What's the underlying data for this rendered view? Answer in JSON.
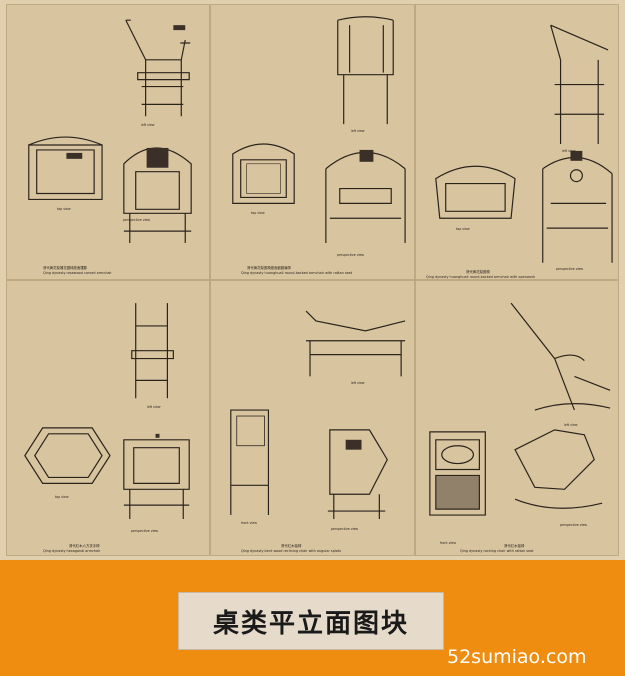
{
  "title": "桌类平立面图块",
  "watermark": "52sumiao.com",
  "panels": [
    {
      "caption_cn": "清代黄花梨雕花圈椅座面镶藤",
      "caption_en": "Qing dynasty rosewood carved armchair",
      "views": [
        "left view",
        "top view",
        "perspective view"
      ]
    },
    {
      "caption_cn": "清代黄花梨圈椅座面嵌藤编饰",
      "caption_en": "Qing dynasty huanghuali round-backed armchair with rattan seat",
      "views": [
        "left view",
        "top view",
        "perspective view"
      ]
    },
    {
      "caption_cn": "清代黄花梨圈椅",
      "caption_en": "Qing dynasty huanghuali round-backed armchair with openwork",
      "views": [
        "left view",
        "top view",
        "perspective view"
      ]
    },
    {
      "caption_cn": "清代红木六方扶手椅",
      "caption_en": "Qing dynasty hexagonal armchair",
      "views": [
        "left view",
        "top view",
        "perspective view"
      ]
    },
    {
      "caption_cn": "清代红木摇椅",
      "caption_en": "Qing dynasty bent wood reclining chair with angular splats",
      "views": [
        "left view",
        "front view",
        "perspective view"
      ]
    },
    {
      "caption_cn": "清代红木摇椅",
      "caption_en": "Qing dynasty rocking chair with rattan seat",
      "views": [
        "left view",
        "front view",
        "perspective view"
      ]
    }
  ]
}
